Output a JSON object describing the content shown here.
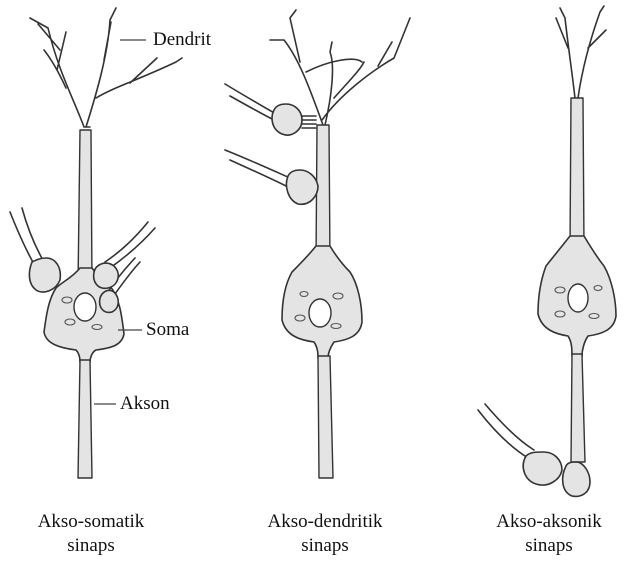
{
  "labels": {
    "dendrite": "Dendrit",
    "soma": "Soma",
    "axon": "Akson"
  },
  "captions": [
    {
      "line1": "Akso-somatik",
      "line2": "sinaps"
    },
    {
      "line1": "Akso-dendritik",
      "line2": "sinaps"
    },
    {
      "line1": "Akso-aksonik",
      "line2": "sinaps"
    }
  ]
}
